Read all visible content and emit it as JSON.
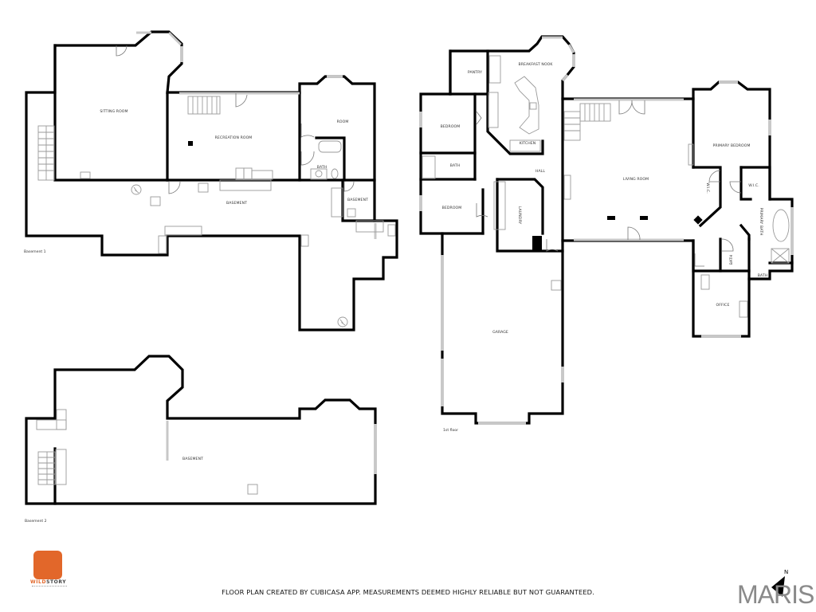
{
  "plan": {
    "basement1": {
      "floor_label": "Basement 1",
      "rooms": {
        "sitting_room": "SITTING ROOM",
        "recreation_room": "RECREATION ROOM",
        "room": "ROOM",
        "bath": "BATH",
        "basement_main": "BASEMENT",
        "basement_small": "BASEMENT"
      }
    },
    "basement2": {
      "floor_label": "Basement 2",
      "rooms": {
        "basement": "BASEMENT"
      }
    },
    "first_floor": {
      "floor_label": "1st floor",
      "rooms": {
        "pantry": "PANTRY",
        "breakfast_nook": "BREAKFAST NOOK",
        "bedroom_1": "BEDROOM",
        "kitchen": "KITCHEN",
        "bath": "BATH",
        "hall": "HALL",
        "bedroom_2": "BEDROOM",
        "laundry": "LAUNDRY",
        "living_room": "LIVING ROOM",
        "primary_bedroom": "PRIMARY BEDROOM",
        "wic_1": "W.I.C.",
        "wic_2": "W.I.C.",
        "primary_bath": "PRIMARY BATH",
        "bath_small": "BATH",
        "bath_2": "BATH",
        "office": "OFFICE",
        "garage": "GARAGE"
      }
    }
  },
  "footer": {
    "disclaimer": "FLOOR PLAN CREATED BY CUBICASA APP. MEASUREMENTS DEEMED HIGHLY RELIABLE BUT NOT GUARANTEED."
  },
  "branding": {
    "logo_word_a": "WILD",
    "logo_word_b": "STORY",
    "logo_color": "#e2672a",
    "watermark": "MARIS",
    "compass_label": "N"
  }
}
